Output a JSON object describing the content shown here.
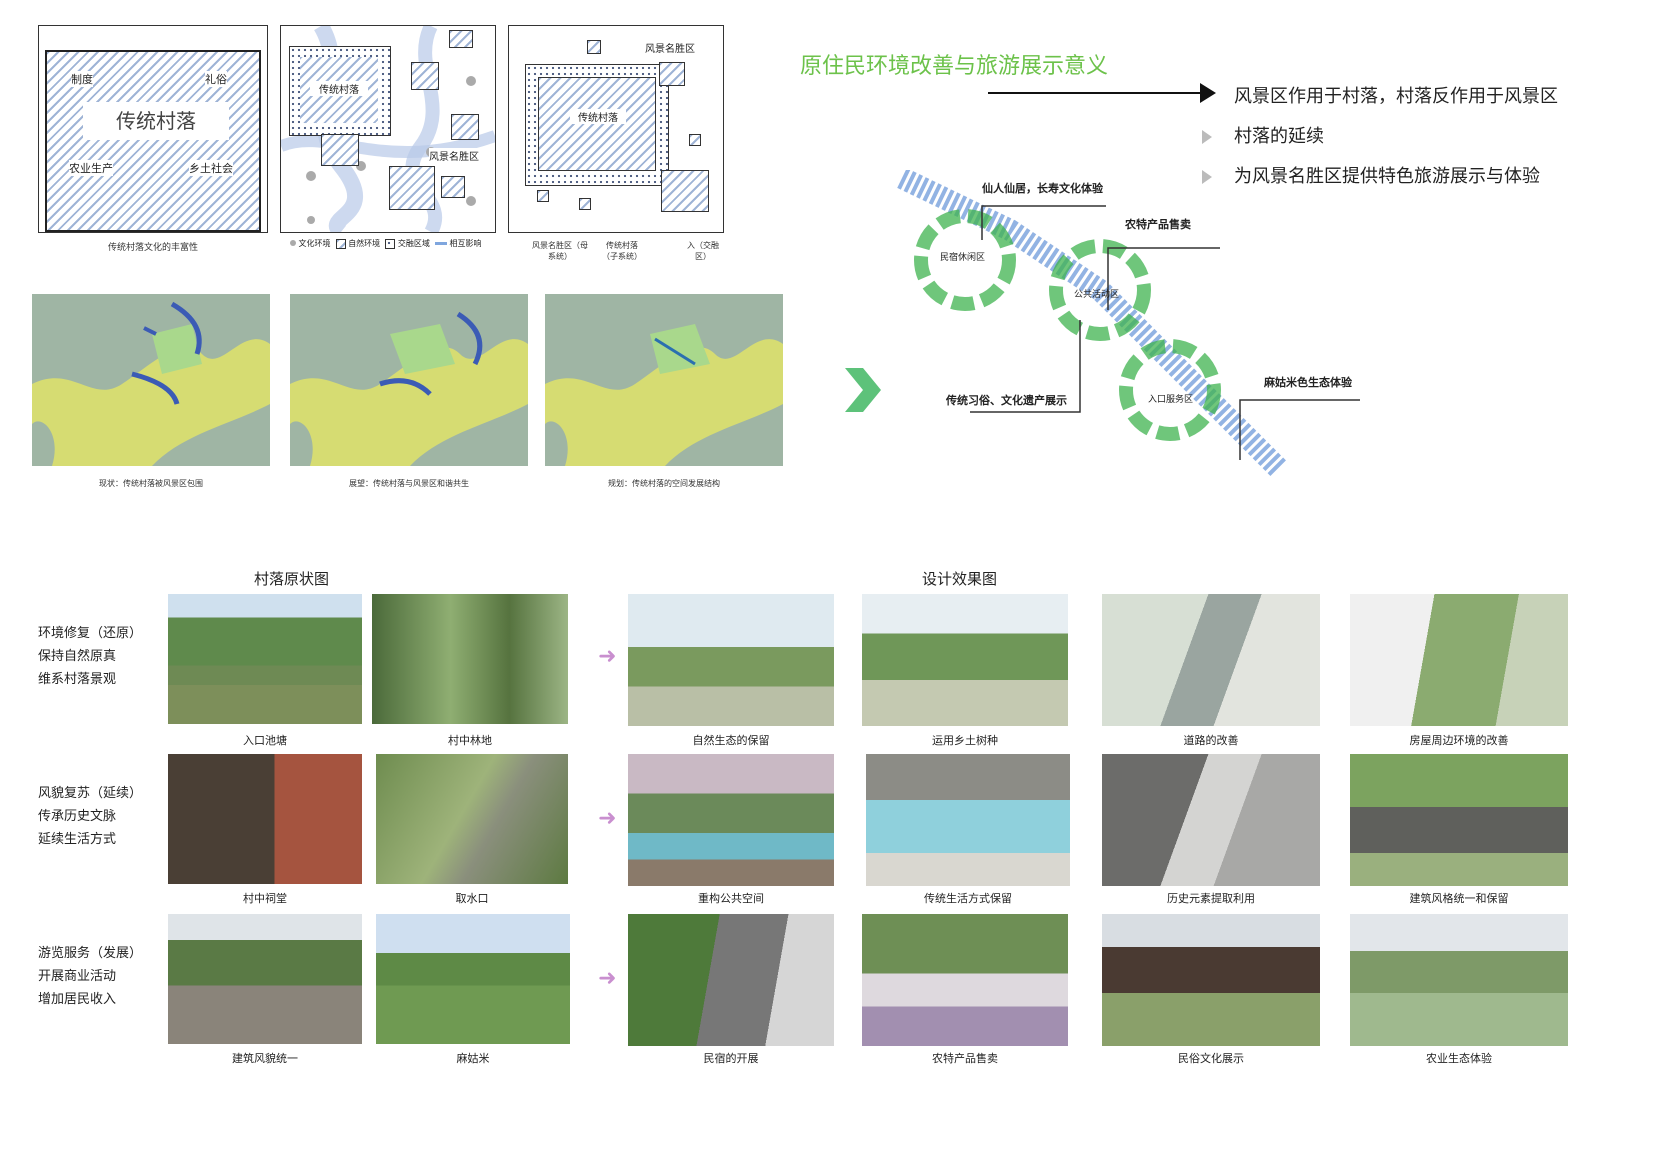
{
  "diagram1": {
    "center": "传统村落",
    "top_left": "制度",
    "top_right": "礼俗",
    "bottom_left": "农业生产",
    "bottom_right": "乡土社会",
    "caption": "传统村落文化的丰富性"
  },
  "diagram2": {
    "village": "传统村落",
    "scenic": "风景名胜区",
    "legend": [
      "文化环境",
      "自然环境",
      "交融区域",
      "相互影响"
    ]
  },
  "diagram3": {
    "scenic_top": "风景名胜区",
    "village": "传统村落",
    "callouts": [
      "风景名胜区（母系统）",
      "传统村落（子系统）",
      "入（交融区）"
    ]
  },
  "maps": {
    "captions": [
      "现状：传统村落被风景区包围",
      "展望：传统村落与风景区和谐共生",
      "规划：传统村落的空间发展结构"
    ]
  },
  "right_panel": {
    "title": "原住民环境改善与旅游展示意义",
    "bullets": [
      "风景区作用于村落，村落反作用于风景区",
      "村落的延续",
      "为风景名胜区提供特色旅游展示与体验"
    ]
  },
  "zones": {
    "labels": [
      "仙人仙居，长寿文化体验",
      "农特产品售卖",
      "传统习俗、文化遗产展示",
      "麻姑米色生态体验"
    ],
    "circles": [
      "民宿休闲区",
      "公共活动区",
      "入口服务区"
    ]
  },
  "bottom": {
    "header_left": "村落原状图",
    "header_right": "设计效果图",
    "rows": [
      {
        "text": [
          "环境修复（还原）",
          "保持自然原真",
          "维系村落景观"
        ],
        "orig": [
          "入口池塘",
          "村中林地"
        ],
        "design": [
          "自然生态的保留",
          "运用乡土树种",
          "道路的改善",
          "房屋周边环境的改善"
        ]
      },
      {
        "text": [
          "风貌复苏（延续）",
          "传承历史文脉",
          "延续生活方式"
        ],
        "orig": [
          "村中祠堂",
          "取水口"
        ],
        "design": [
          "重构公共空间",
          "传统生活方式保留",
          "历史元素提取利用",
          "建筑风格统一和保留"
        ]
      },
      {
        "text": [
          "游览服务（发展）",
          "开展商业活动",
          "增加居民收入"
        ],
        "orig": [
          "建筑风貌统一",
          "麻姑米"
        ],
        "design": [
          "民宿的开展",
          "农特产品售卖",
          "民俗文化展示",
          "农业生态体验"
        ]
      }
    ]
  },
  "colors": {
    "accent_green": "#6cc24a",
    "zone_green": "#3fb34f",
    "flow_blue": "#7fa6de"
  }
}
